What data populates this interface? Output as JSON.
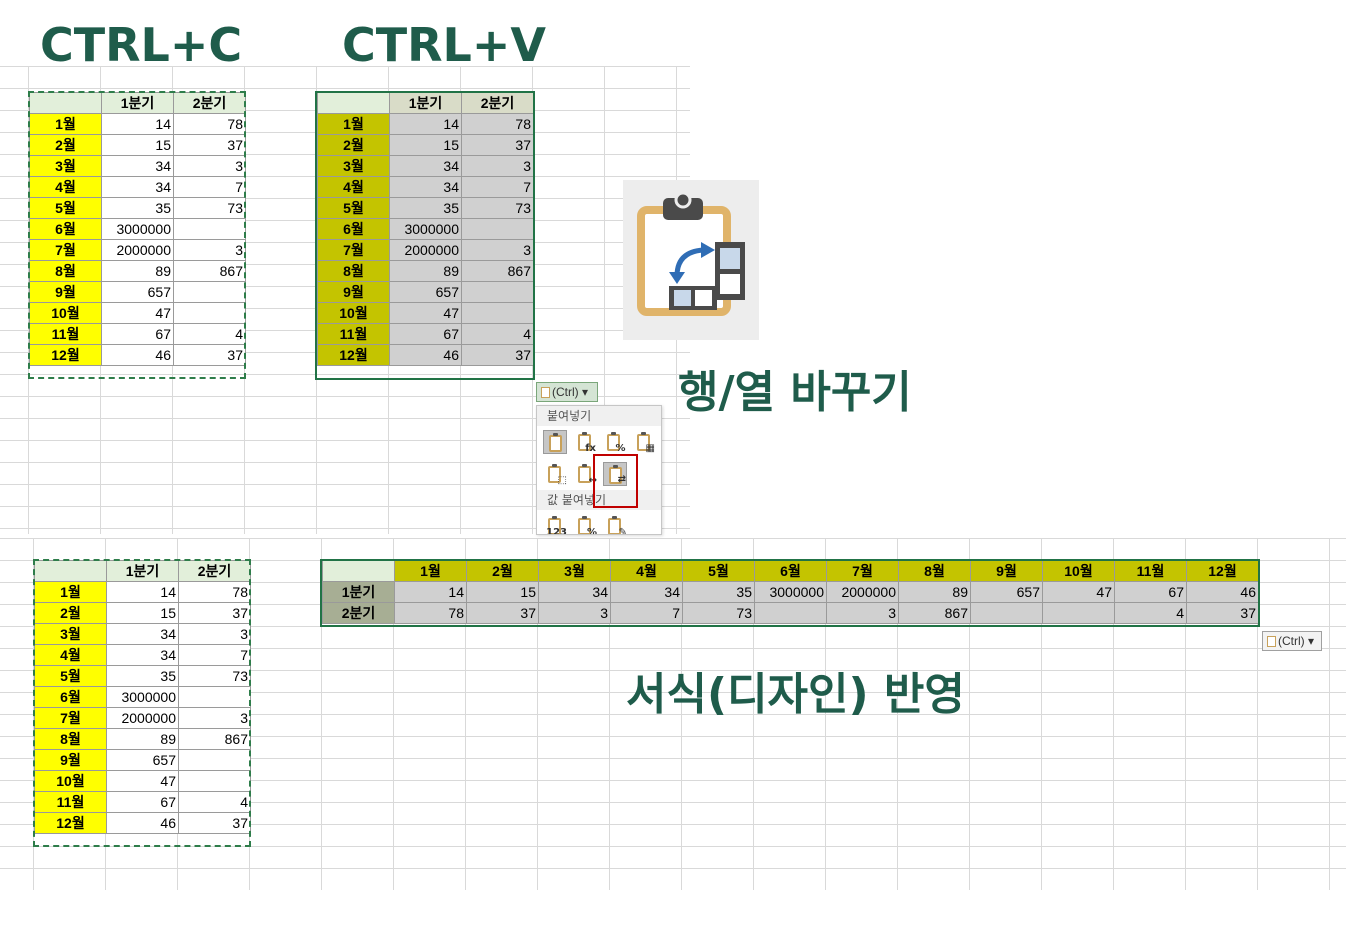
{
  "labels": {
    "copy": "CTRL+C",
    "paste": "CTRL+V",
    "transpose": "행/열 바꾸기",
    "format": "서식(디자인) 반영"
  },
  "headers": {
    "q1": "1분기",
    "q2": "2분기"
  },
  "months": [
    "1월",
    "2월",
    "3월",
    "4월",
    "5월",
    "6월",
    "7월",
    "8월",
    "9월",
    "10월",
    "11월",
    "12월"
  ],
  "q1_values": [
    "14",
    "15",
    "34",
    "34",
    "35",
    "3000000",
    "2000000",
    "89",
    "657",
    "47",
    "67",
    "46"
  ],
  "q2_values": [
    "78",
    "37",
    "3",
    "7",
    "73",
    "",
    "3",
    "867",
    "",
    "",
    "4",
    "37"
  ],
  "paste_menu": {
    "ctrl_label": "(Ctrl) ▾",
    "section_paste": "붙여넣기",
    "section_values": "값 붙여넣기"
  },
  "colors": {
    "title_green": "#1f5c4b",
    "yellow": "#ffff00",
    "olive": "#c4c400",
    "selection_red": "#c00000"
  }
}
